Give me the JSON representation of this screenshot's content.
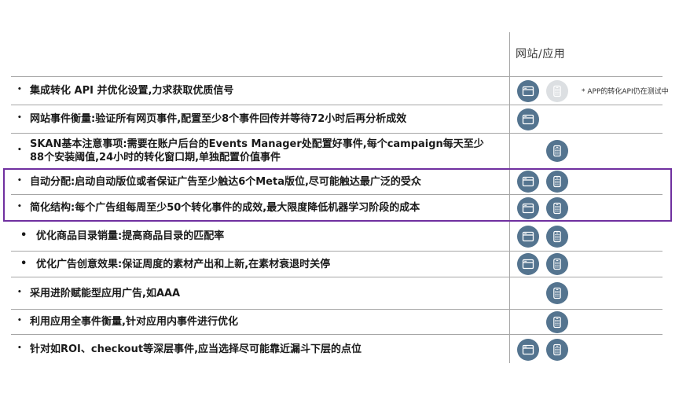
{
  "header": {
    "column_title": "网站/应用",
    "note": "* APP的转化API仍在测试中"
  },
  "colors": {
    "icon_active": "#54748f",
    "icon_muted": "#dcdfe2",
    "divider": "#a6a6a6",
    "highlight": "#7030a0"
  },
  "icons": {
    "web": "browser-window-icon",
    "app": "mobile-phone-icon"
  },
  "table": {
    "rows": [
      {
        "text": "集成转化 API 并优化设置,力求获取优质信号",
        "bullet": "small",
        "web": "active",
        "app": "muted",
        "note": true,
        "highlight": false
      },
      {
        "text": "网站事件衡量:验证所有网页事件,配置至少8个事件回传并等待72小时后再分析成效",
        "bullet": "small",
        "web": "active",
        "app": "none",
        "note": false,
        "highlight": false
      },
      {
        "text": "SKAN基本注意事项:需要在账户后台的Events Manager处配置好事件,每个campaign每天至少 88个安装阈值,24小时的转化窗口期,单独配置价值事件",
        "bullet": "small",
        "web": "none",
        "app": "active",
        "note": false,
        "highlight": false
      },
      {
        "text": "自动分配:启动自动版位或者保证广告至少触达6个Meta版位,尽可能触达最广泛的受众",
        "bullet": "small",
        "web": "active",
        "app": "active",
        "note": false,
        "highlight": true
      },
      {
        "text": "简化结构:每个广告组每周至少50个转化事件的成效,最大限度降低机器学习阶段的成本",
        "bullet": "small",
        "web": "active",
        "app": "active",
        "note": false,
        "highlight": true
      },
      {
        "text": "优化商品目录销量:提高商品目录的匹配率",
        "bullet": "large",
        "web": "active",
        "app": "active",
        "note": false,
        "highlight": false
      },
      {
        "text": "优化广告创意效果:保证周度的素材产出和上新,在素材衰退时关停",
        "bullet": "large",
        "web": "active",
        "app": "active",
        "note": false,
        "highlight": false
      },
      {
        "text": "采用进阶赋能型应用广告,如AAA",
        "bullet": "small",
        "web": "none",
        "app": "active",
        "note": false,
        "highlight": false
      },
      {
        "text": "利用应用全事件衡量,针对应用内事件进行优化",
        "bullet": "small",
        "web": "none",
        "app": "active",
        "note": false,
        "highlight": false
      },
      {
        "text": "针对如ROI、checkout等深层事件,应当选择尽可能靠近漏斗下层的点位",
        "bullet": "small",
        "web": "active",
        "app": "active",
        "note": false,
        "highlight": false
      }
    ]
  }
}
